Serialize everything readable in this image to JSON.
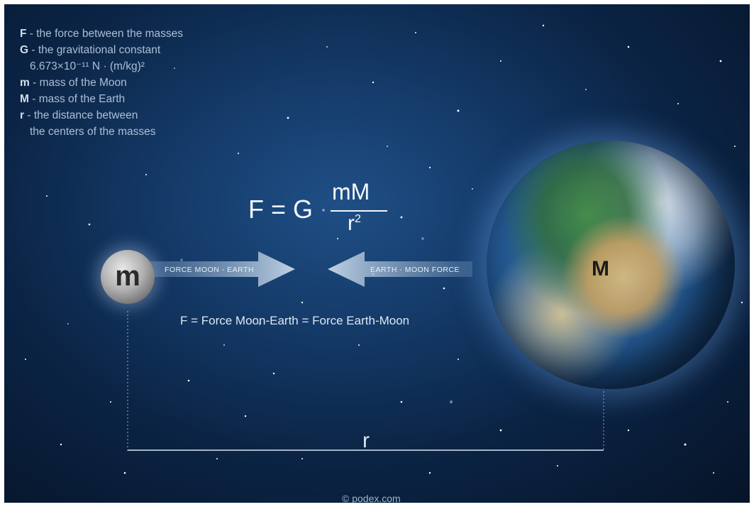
{
  "legend": [
    {
      "symbol": "F",
      "text": " - the force between the masses"
    },
    {
      "symbol": "G",
      "text": " - the gravitational constant"
    },
    {
      "symbol": "",
      "text": "6.673×10⁻¹¹ N · (m/kg)²"
    },
    {
      "symbol": "m",
      "text": " - mass of the Moon"
    },
    {
      "symbol": "M",
      "text": " - mass of the Earth"
    },
    {
      "symbol": "r",
      "text": " - the distance between"
    },
    {
      "symbol": "",
      "text": "the centers of the masses"
    }
  ],
  "formula": {
    "lhs": "F = G",
    "numerator": "mM",
    "denominator": "r",
    "exponent": "2"
  },
  "moon": {
    "label": "m"
  },
  "earth": {
    "label": "M"
  },
  "arrow_left_text": "FORCE MOON - EARTH",
  "arrow_right_text": "EARTH - MOON FORCE",
  "equality": "F = Force Moon-Earth = Force Earth-Moon",
  "distance_label": "r",
  "credit": "© podex.com",
  "colors": {
    "space_dark": "#061428",
    "space_light": "#1f4f86",
    "text": "#dce7f3"
  }
}
